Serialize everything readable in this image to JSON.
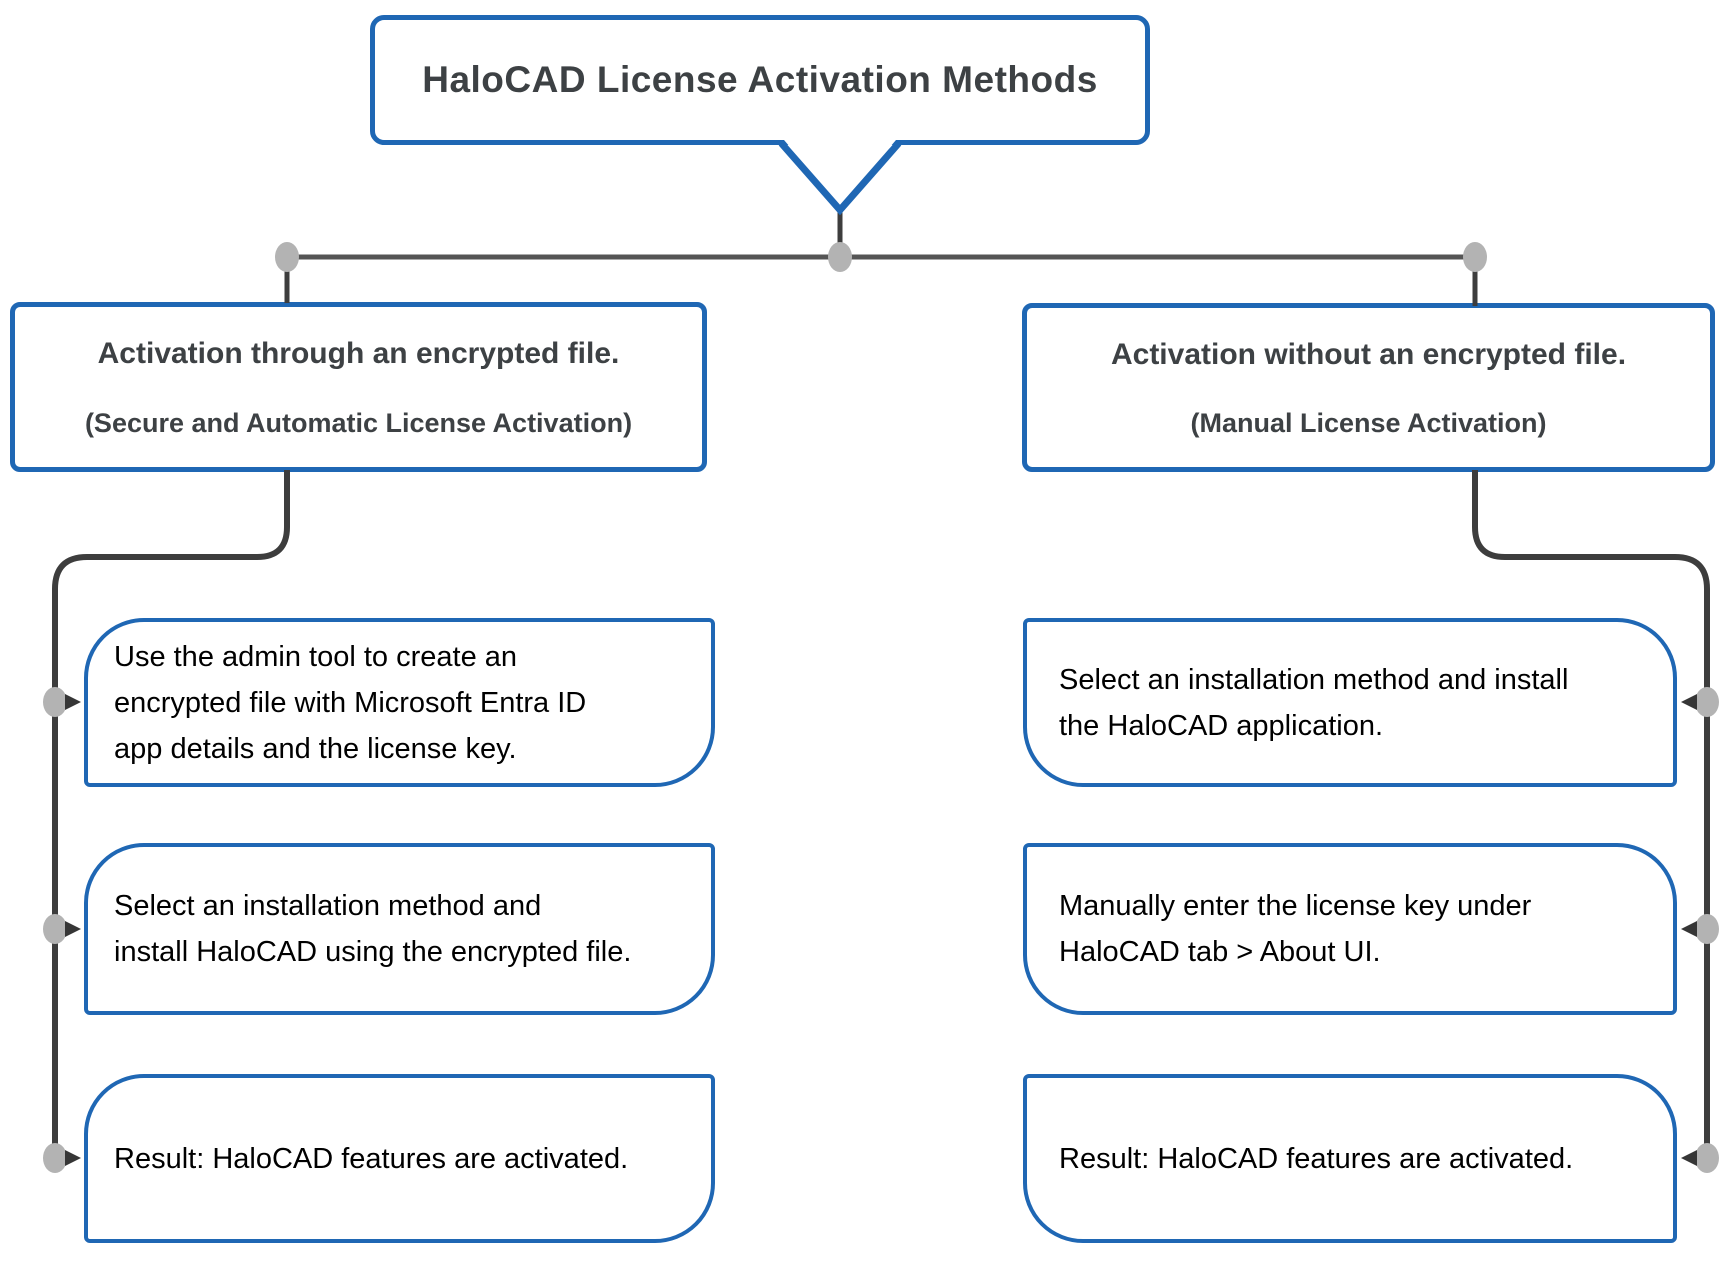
{
  "title": "HaloCAD License Activation Methods",
  "colors": {
    "accent_blue": "#1f67b4",
    "heading_text": "#3d4144",
    "step_text": "#000000",
    "connector_dark": "#3d3d3d",
    "connector_top_line": "#555555",
    "junction_dot_gray": "#b3b3b3",
    "arrow_dark": "#363636"
  },
  "branches": {
    "left": {
      "heading": "Activation through an encrypted file.",
      "subheading": "(Secure and Automatic License Activation)",
      "steps": [
        {
          "lines": [
            "Use the admin tool to create an",
            "encrypted file with Microsoft Entra ID",
            "app details and the license key."
          ]
        },
        {
          "lines": [
            "Select an installation method and",
            "install HaloCAD using the encrypted file."
          ]
        },
        {
          "lines": [
            "Result: HaloCAD features are activated."
          ]
        }
      ]
    },
    "right": {
      "heading": "Activation without an encrypted file.",
      "subheading": "(Manual License Activation)",
      "steps": [
        {
          "lines": [
            "Select an installation method and install",
            "the HaloCAD application."
          ]
        },
        {
          "lines": [
            "Manually enter the license key under",
            "HaloCAD tab > About UI."
          ]
        },
        {
          "lines": [
            "Result: HaloCAD features are activated."
          ]
        }
      ]
    }
  }
}
